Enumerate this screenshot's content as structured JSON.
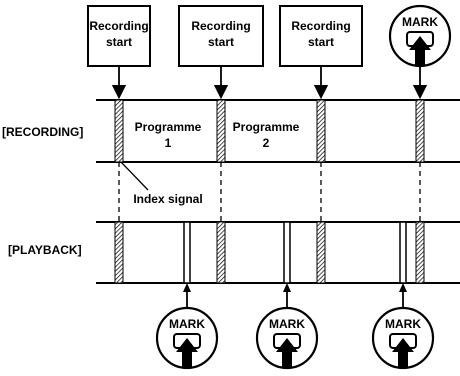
{
  "callouts": {
    "rec1": [
      "Recording",
      "start"
    ],
    "rec2": [
      "Recording",
      "start"
    ],
    "rec3": [
      "Recording",
      "start"
    ]
  },
  "rows": {
    "recording_label": "[RECORDING]",
    "playback_label": "[PLAYBACK]"
  },
  "programmes": {
    "p1": [
      "Programme",
      "1"
    ],
    "p2": [
      "Programme",
      "2"
    ]
  },
  "index_signal_label": "Index signal",
  "mark_buttons": {
    "top": "MARK",
    "bottom1": "MARK",
    "bottom2": "MARK",
    "bottom3": "MARK"
  },
  "icons": {
    "mark_button": "mark-button-icon",
    "arrow": "up-arrow-icon"
  }
}
